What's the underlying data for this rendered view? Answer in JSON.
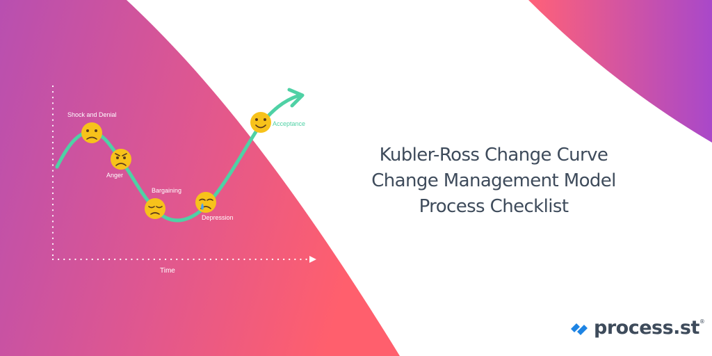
{
  "colors": {
    "gradient_left": "#b84fb0",
    "gradient_mid": "#e0578f",
    "gradient_right": "#ff5f6d",
    "corner_left": "#ff6178",
    "corner_right": "#a948c9",
    "curve": "#4fd1a5",
    "emoji": "#f7c21b",
    "text_dark": "#3e4b5b",
    "logo_blue": "#1e84e4"
  },
  "diagram": {
    "stages": [
      {
        "label": "Shock and Denial",
        "face": "worried-face-icon"
      },
      {
        "label": "Anger",
        "face": "angry-face-icon"
      },
      {
        "label": "Bargaining",
        "face": "pensive-face-icon"
      },
      {
        "label": "Depression",
        "face": "crying-face-icon"
      },
      {
        "label": "Acceptance",
        "face": "smiling-face-icon"
      }
    ],
    "x_axis_label": "Time"
  },
  "title": {
    "line1": "Kubler-Ross Change Curve",
    "line2": "Change Management Model",
    "line3": "Process Checklist"
  },
  "logo": {
    "text": "process.st",
    "mark": "®",
    "icon": "process-st-logo-icon"
  }
}
